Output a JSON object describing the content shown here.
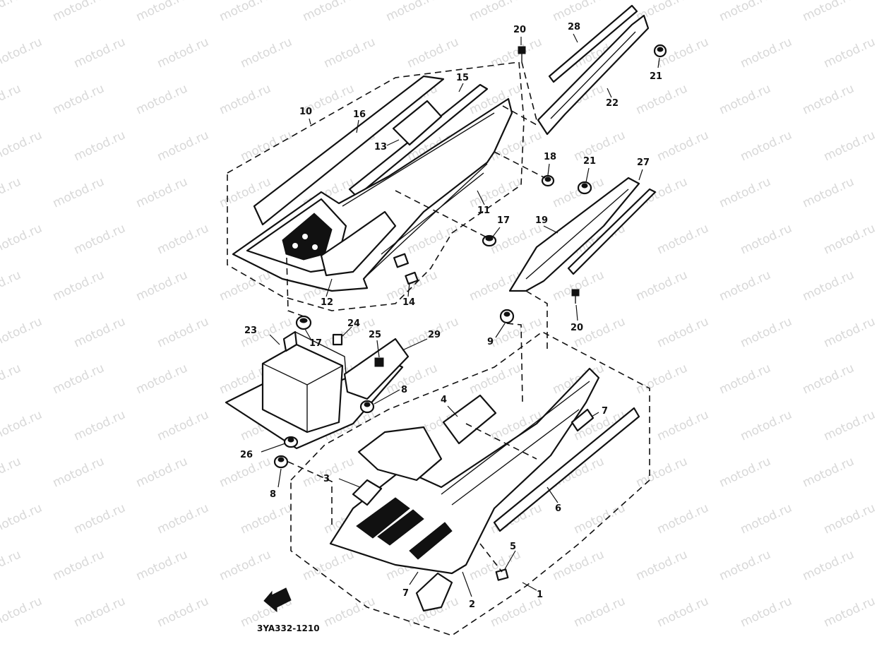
{
  "diagram": {
    "part_code": "3YA332-1210",
    "watermark": "motod.ru",
    "accent": "#111111",
    "background": "#ffffff",
    "callouts": [
      {
        "id": "c1",
        "text": "1"
      },
      {
        "id": "c2",
        "text": "2"
      },
      {
        "id": "c3",
        "text": "3"
      },
      {
        "id": "c4",
        "text": "4"
      },
      {
        "id": "c5",
        "text": "5"
      },
      {
        "id": "c6",
        "text": "6"
      },
      {
        "id": "c7a",
        "text": "7"
      },
      {
        "id": "c7b",
        "text": "7"
      },
      {
        "id": "c8a",
        "text": "8"
      },
      {
        "id": "c8b",
        "text": "8"
      },
      {
        "id": "c9",
        "text": "9"
      },
      {
        "id": "c10",
        "text": "10"
      },
      {
        "id": "c11",
        "text": "11"
      },
      {
        "id": "c12",
        "text": "12"
      },
      {
        "id": "c13",
        "text": "13"
      },
      {
        "id": "c14",
        "text": "14"
      },
      {
        "id": "c15",
        "text": "15"
      },
      {
        "id": "c16",
        "text": "16"
      },
      {
        "id": "c17a",
        "text": "17"
      },
      {
        "id": "c17b",
        "text": "17"
      },
      {
        "id": "c18",
        "text": "18"
      },
      {
        "id": "c19",
        "text": "19"
      },
      {
        "id": "c20a",
        "text": "20"
      },
      {
        "id": "c20b",
        "text": "20"
      },
      {
        "id": "c21a",
        "text": "21"
      },
      {
        "id": "c21b",
        "text": "21"
      },
      {
        "id": "c22",
        "text": "22"
      },
      {
        "id": "c23",
        "text": "23"
      },
      {
        "id": "c24",
        "text": "24"
      },
      {
        "id": "c25",
        "text": "25"
      },
      {
        "id": "c26",
        "text": "26"
      },
      {
        "id": "c27",
        "text": "27"
      },
      {
        "id": "c28",
        "text": "28"
      },
      {
        "id": "c29",
        "text": "29"
      }
    ]
  }
}
